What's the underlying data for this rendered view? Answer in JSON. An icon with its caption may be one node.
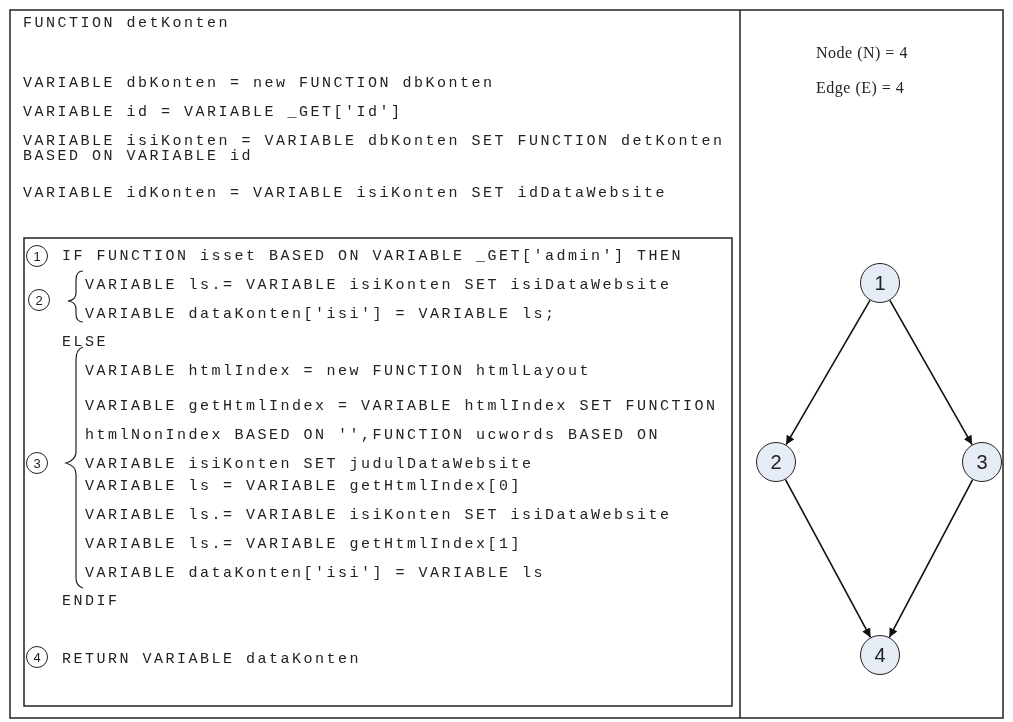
{
  "diagram": {
    "nodes": [
      {
        "text": [
          "1"
        ]
      },
      {
        "text": [
          "2"
        ]
      },
      {
        "text": [
          "3"
        ]
      },
      {
        "text": [
          "4"
        ]
      },
      {
        "text": [
          "1"
        ]
      },
      {
        "text": [
          "2"
        ]
      },
      {
        "text": [
          "3"
        ]
      },
      {
        "text": [
          "4"
        ]
      }
    ],
    "edges": [
      {
        "from": 0,
        "to": 1,
        "arrow": "to"
      },
      {
        "from": 0,
        "to": 2,
        "arrow": "to"
      },
      {
        "from": 1,
        "to": 3,
        "arrow": "to"
      },
      {
        "from": 2,
        "to": 3,
        "arrow": "to"
      }
    ],
    "labels": [
      "FUNCTION detKonten",
      "Node (N) = 4",
      "VARIABLE dbKonten = new FUNCTION dbKonten",
      "Edge (E) = 4",
      "VARIABLE id = VARIABLE _GET['Id']",
      "VARIABLE isiKonten = VARIABLE dbKonten SET FUNCTION detKonten BASED ON VARIABLE id",
      "VARIABLE idKonten = VARIABLE isiKonten SET idDataWebsite",
      "IF FUNCTION isset BASED ON VARIABLE _GET['admin'] THEN",
      "VARIABLE ls.= VARIABLE isiKonten SET isiDataWebsite",
      "VARIABLE dataKonten['isi'] = VARIABLE ls;",
      "ELSE",
      "VARIABLE htmlIndex = new FUNCTION htmlLayout",
      "VARIABLE getHtmlIndex = VARIABLE htmlIndex SET FUNCTION htmlNonIndex BASED ON '',FUNCTION ucwords BASED ON VARIABLE isiKonten SET judulDataWebsite",
      "VARIABLE ls = VARIABLE getHtmlIndex[0]",
      "VARIABLE ls.= VARIABLE isiKonten SET isiDataWebsite",
      "VARIABLE ls.= VARIABLE getHtmlIndex[1]",
      "VARIABLE dataKonten['isi'] = VARIABLE ls",
      "ENDIF",
      "RETURN VARIABLE dataKonten"
    ]
  }
}
